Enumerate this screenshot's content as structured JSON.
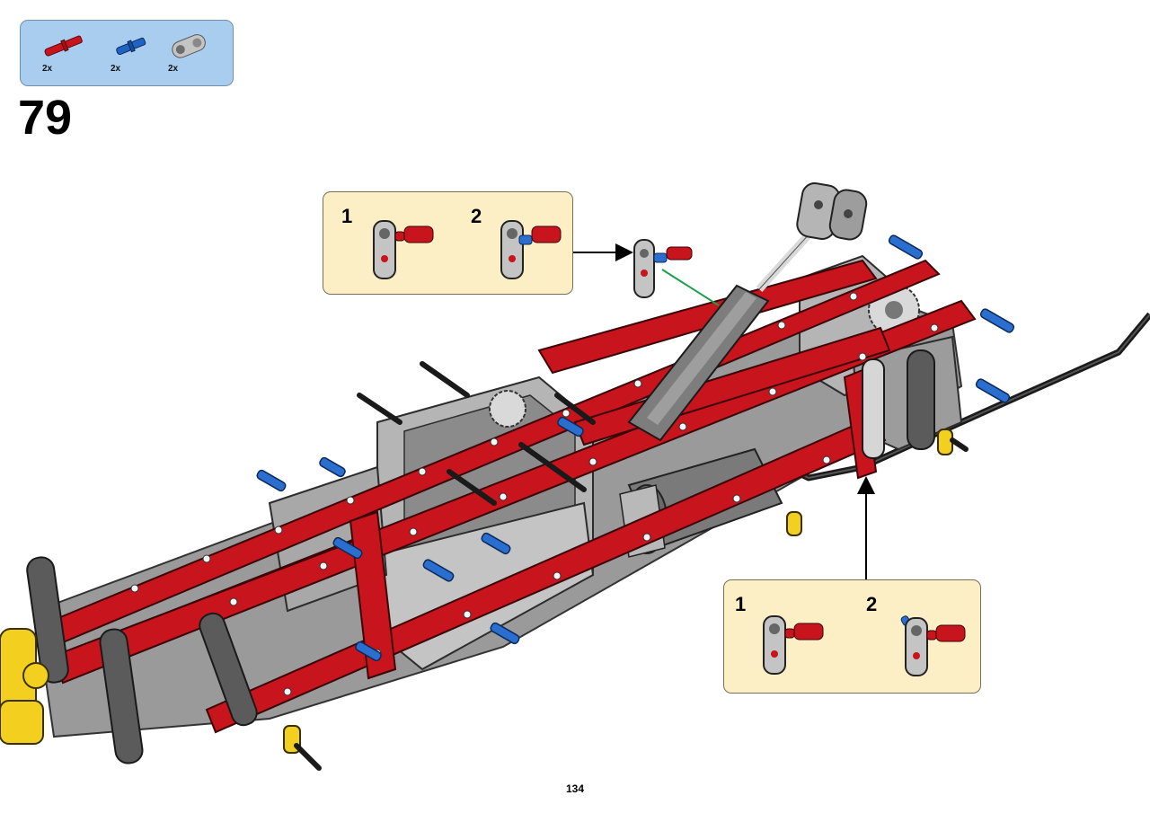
{
  "parts_list": {
    "items": [
      {
        "icon": "red-axle-pin-icon",
        "qty": "2x",
        "color": "#c8141c"
      },
      {
        "icon": "blue-axle-pin-icon",
        "qty": "2x",
        "color": "#1f63c4"
      },
      {
        "icon": "gray-pin-connector-icon",
        "qty": "2x",
        "color": "#b9b9b9"
      }
    ]
  },
  "step": {
    "number": "79"
  },
  "callout_top": {
    "sub_steps": [
      "1",
      "2"
    ]
  },
  "callout_bottom": {
    "sub_steps": [
      "1",
      "2"
    ]
  },
  "page": {
    "number": "134"
  },
  "colors": {
    "beam_red": "#c8141c",
    "beam_gray": "#b5b5b5",
    "dark_gray": "#5b5b5b",
    "pin_blue": "#2a6fd0",
    "yellow": "#f3cf1f",
    "callout_bg": "#fcefc6",
    "parts_bg": "#a9cdef"
  }
}
